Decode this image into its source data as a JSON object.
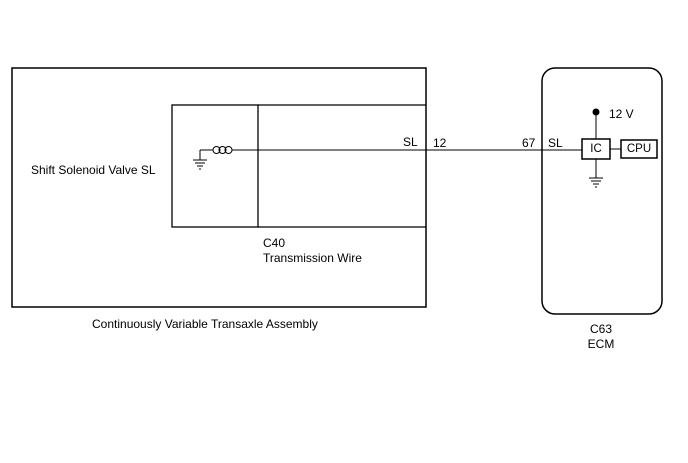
{
  "assembly": {
    "name": "Continuously Variable Transaxle Assembly",
    "component_label": "Shift Solenoid Valve SL"
  },
  "connector_c40": {
    "code": "C40",
    "name": "Transmission Wire",
    "signal": "SL",
    "pin": "12"
  },
  "ecm": {
    "code": "C63",
    "name": "ECM",
    "pin": "67",
    "signal": "SL",
    "supply": "12 V",
    "ic_label": "IC",
    "cpu_label": "CPU"
  }
}
